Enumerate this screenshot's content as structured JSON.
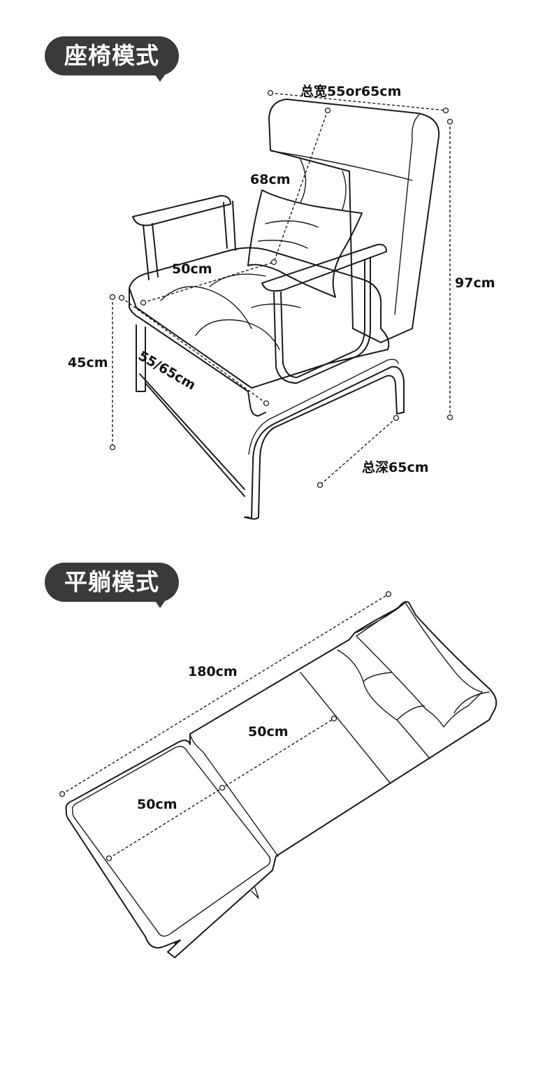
{
  "sections": {
    "seat_mode": {
      "title": "座椅模式",
      "dimensions": {
        "total_width": "总宽55or65cm",
        "backrest_height": "68cm",
        "seat_depth": "50cm",
        "seat_width": "55/65cm",
        "seat_height": "45cm",
        "total_height": "97cm",
        "total_depth": "总深65cm"
      }
    },
    "flat_mode": {
      "title": "平躺模式",
      "dimensions": {
        "total_length": "180cm",
        "width_upper": "50cm",
        "width_lower": "50cm"
      }
    }
  },
  "colors": {
    "badge_background": "#3a3a3a",
    "badge_text": "#ffffff",
    "line": "#1a1a1a",
    "background": "#ffffff"
  }
}
